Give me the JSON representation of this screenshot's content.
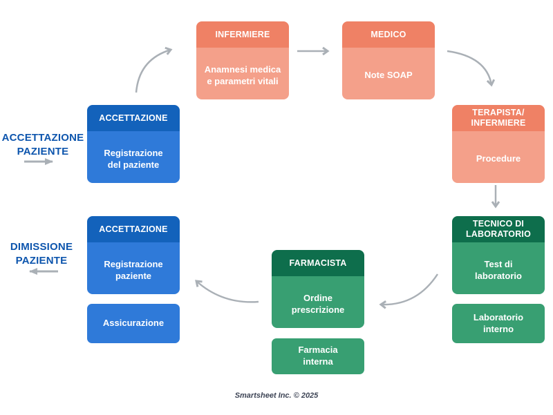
{
  "colors": {
    "blue_header": "#1362bb",
    "blue_body": "#2f7ad9",
    "salmon_header": "#ef8165",
    "salmon_body": "#f4a08a",
    "green_header": "#0e6e4c",
    "green_body": "#389f72",
    "arrow_gray": "#aab0b6",
    "side_label_blue": "#0d55ad",
    "footer_text": "#3d4455"
  },
  "side_labels": {
    "admission": "ACCETTAZIONE\nPAZIENTE",
    "discharge": "DIMISSIONE\nPAZIENTE"
  },
  "nodes": {
    "accettazione_top": {
      "header": "ACCETTAZIONE",
      "body": "Registrazione\ndel paziente"
    },
    "infermiere": {
      "header": "INFERMIERE",
      "body": "Anamnesi medica\ne parametri vitali"
    },
    "medico": {
      "header": "MEDICO",
      "body": "Note SOAP"
    },
    "terapista": {
      "header": "TERAPISTA/\nINFERMIERE",
      "body": "Procedure"
    },
    "tecnico": {
      "header": "TECNICO DI\nLABORATORIO",
      "body": "Test di\nlaboratorio",
      "sub": "Laboratorio\ninterno"
    },
    "farmacista": {
      "header": "FARMACISTA",
      "body": "Ordine\nprescrizione",
      "sub": "Farmacia\ninterna"
    },
    "accettazione_bottom": {
      "header": "ACCETTAZIONE",
      "body": "Registrazione\npaziente",
      "sub": "Assicurazione"
    }
  },
  "footer": {
    "text": "Smartsheet Inc. © 2025"
  }
}
